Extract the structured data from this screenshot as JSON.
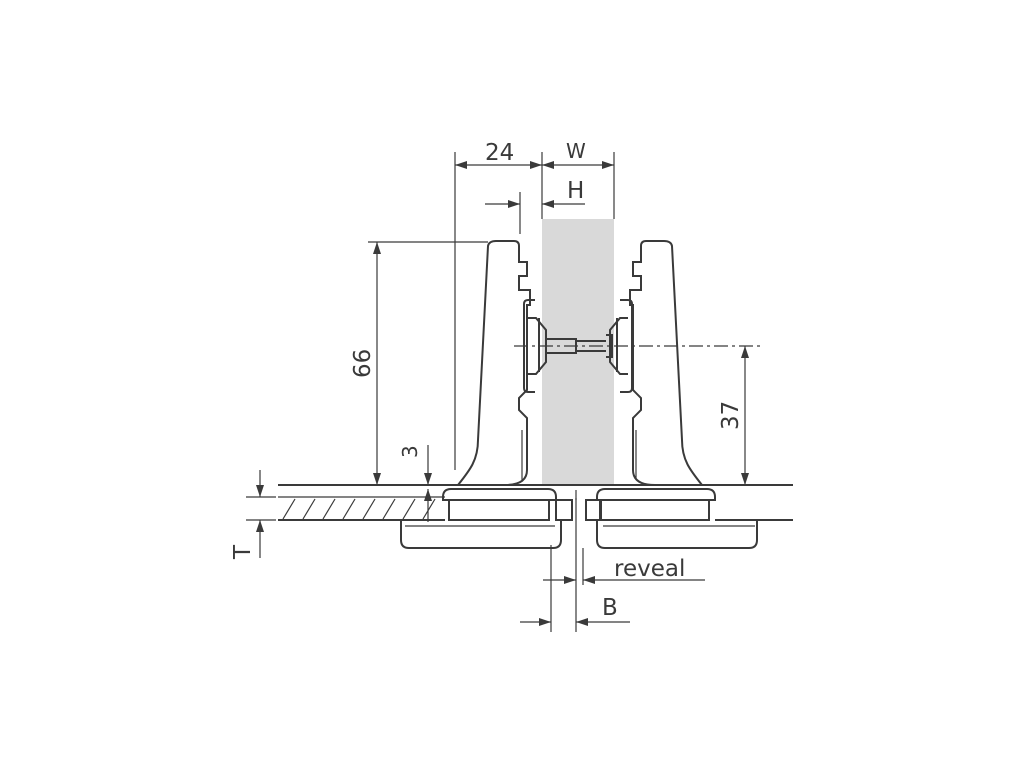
{
  "diagram": {
    "labels": {
      "dim_24": "24",
      "dim_w": "W",
      "dim_h": "H",
      "dim_66": "66",
      "dim_37": "37",
      "dim_3": "3",
      "dim_t": "T",
      "dim_reveal": "reveal",
      "dim_b": "B"
    },
    "colors": {
      "line": "#3a3a3a",
      "glass": "#d9d9d9",
      "background": "#ffffff"
    }
  }
}
